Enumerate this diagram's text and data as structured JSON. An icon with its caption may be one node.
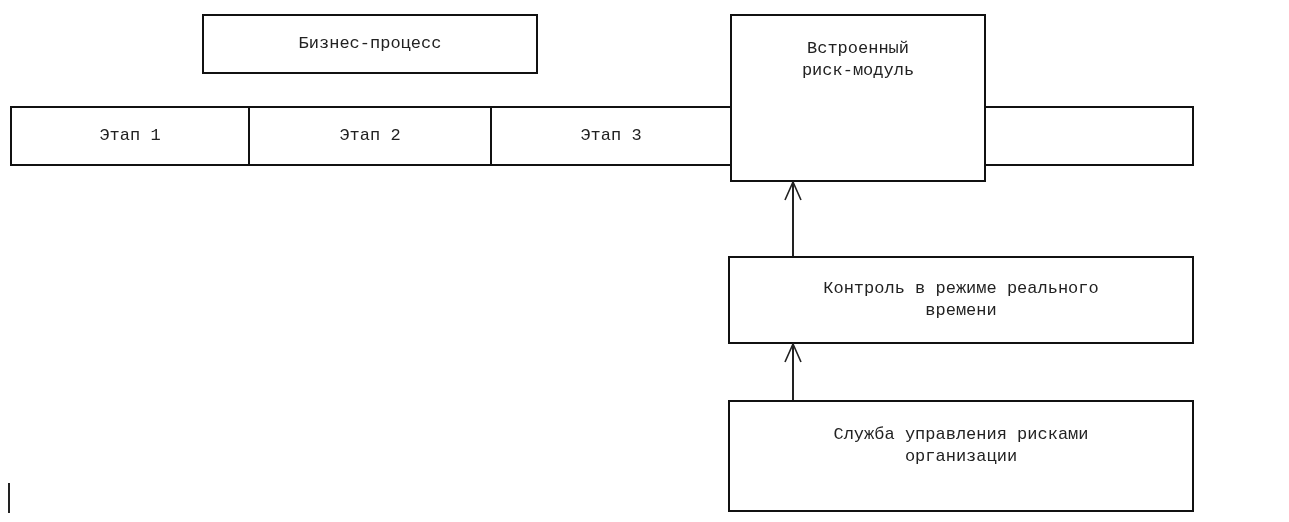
{
  "diagram": {
    "nodes": [
      {
        "text": [
          "Бизнес-процесс"
        ]
      },
      {
        "text": [
          "Этап 1"
        ]
      },
      {
        "text": [
          "Этап 2"
        ]
      },
      {
        "text": [
          "Этап 3"
        ]
      },
      {
        "text": [
          "Встроенный риск-модуль"
        ]
      },
      {
        "text": [],
        "shape": "box"
      },
      {
        "text": [
          "Контроль в режиме реального времени"
        ]
      },
      {
        "text": [
          "Служба управления рисками организации"
        ]
      }
    ],
    "edges": [
      {
        "from": 6,
        "to": 4,
        "arrow": "to"
      },
      {
        "from": 7,
        "to": 6,
        "arrow": "to"
      }
    ]
  }
}
